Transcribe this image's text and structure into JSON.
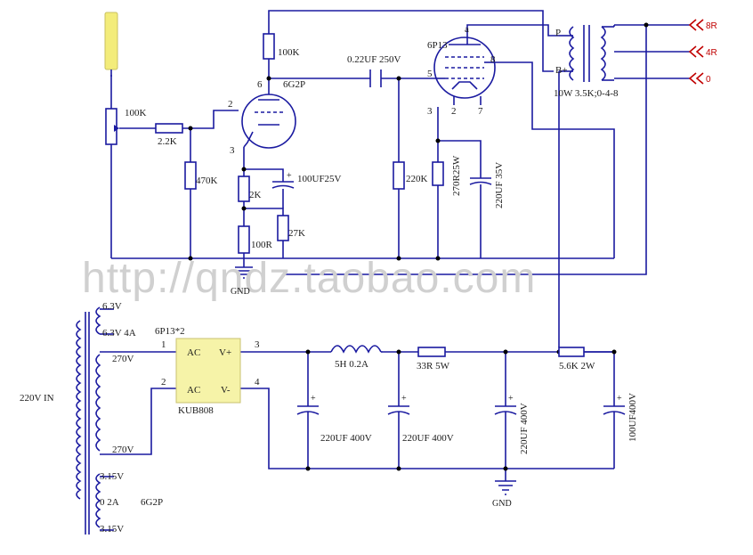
{
  "labels": {
    "r_100k_top": "100K",
    "tube1_pin6": "6",
    "tube1_name": "6G2P",
    "cap_coupling": "0.22UF 250V",
    "tube2_name": "6P13",
    "tube2_pin_a": "a",
    "tube2_pin5": "5",
    "tube2_pin8": "8",
    "tube2_pin3": "3",
    "tube2_pin2": "2",
    "tube2_pin7": "7",
    "xfmr_p": "P",
    "xfmr_bplus": "B+",
    "xfmr_spec": "10W 3.5K;0-4-8",
    "out_8r": "8R",
    "out_4r": "4R",
    "out_0": "0",
    "pot": "100K",
    "r_2k2": "2.2K",
    "tube1_pin2": "2",
    "tube1_pin3": "3",
    "r_470k": "470K",
    "cap_cathode1": "100UF25V",
    "r_2k": "2K",
    "r_27k": "27K",
    "r_100r": "100R",
    "r_220k": "220K",
    "r_270r": "270R25W",
    "cap_cathode2": "220UF 35V",
    "gnd_top": "GND",
    "watermark": "http://qndz.taobao.com",
    "pt_63v_a": "6.3V",
    "pt_63v_4a": "6.3V 4A",
    "pt_270v_a": "270V",
    "pt_220v_in": "220V IN",
    "pt_270v_b": "270V",
    "pt_315v_a": "3.15V",
    "pt_0_2a": "0  2A",
    "pt_6g2p": "6G2P",
    "pt_315v_b": "3.15V",
    "heater_note": "6P13*2",
    "br_pin1": "1",
    "br_pin2": "2",
    "br_ac1": "AC",
    "br_ac2": "AC",
    "br_vplus": "V+",
    "br_vminus": "V-",
    "br_pin3": "3",
    "br_pin4": "4",
    "br_name": "KUB808",
    "choke": "5H 0.2A",
    "r_33r": "33R 5W",
    "r_5k6": "5.6K 2W",
    "cap_f1": "220UF 400V",
    "cap_f2": "220UF 400V",
    "cap_f3": "220UF 400V",
    "cap_f4": "100UF400V",
    "gnd_bottom": "GND"
  },
  "colors": {
    "wire": "#1a1aa0",
    "label": "#1a1a1a",
    "output_arrow": "#c00000",
    "input_probe": "#f3ec7a",
    "watermark": "#d0d0d0"
  }
}
